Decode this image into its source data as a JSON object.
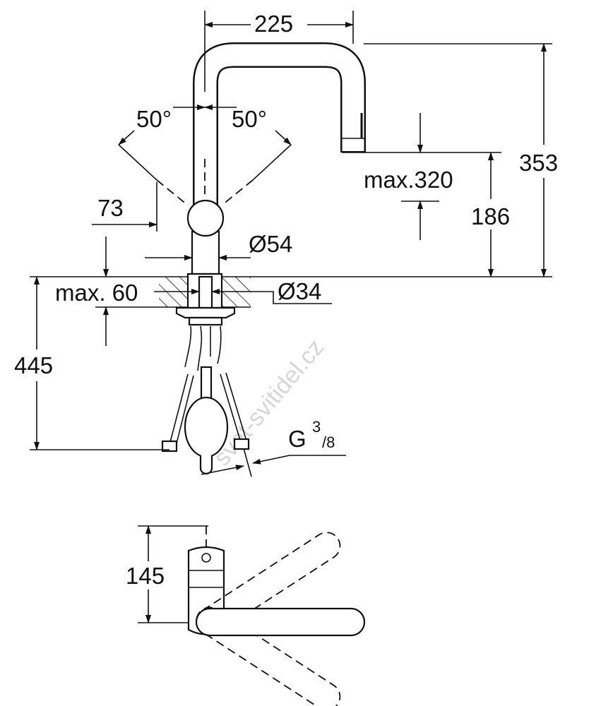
{
  "drawing": {
    "dimensions": {
      "width_top": "225",
      "height_total": "353",
      "spout_height": "186",
      "pullout": "max.320",
      "angle_left": "50°",
      "angle_right": "50°",
      "handle_offset": "73",
      "body_diameter": "Ø54",
      "counter_thickness": "max. 60",
      "hole_diameter": "Ø34",
      "below_counter": "445",
      "connection_main": "G",
      "connection_num": "3",
      "connection_den": "/8",
      "plan_depth": "145"
    },
    "watermark": "svet-svitidel.cz"
  }
}
